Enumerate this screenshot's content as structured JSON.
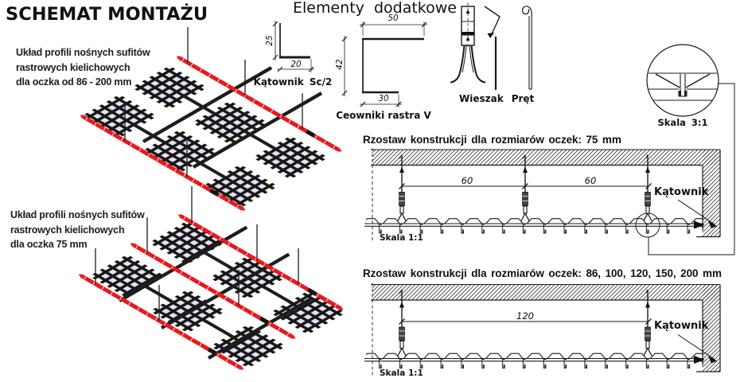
{
  "title": "SCHEMAT MONTAŻU",
  "captions": {
    "top": "Układ profili nośnych sufitów\nrastrowych kielichowych\ndla oczka od 86 - 200 mm",
    "bottom": "Układ profili nośnych sufitów\nrastrowych kielichowych\ndla oczka 75 mm"
  },
  "elements": {
    "title": "Elementy dodatkowe",
    "angle": {
      "label": "Kątownik Sc/2",
      "dim_h": "25",
      "dim_w": "20"
    },
    "channel": {
      "label": "Ceowniki rastra V",
      "dim_top": "50",
      "dim_side": "42",
      "dim_bottom": "30"
    },
    "hanger_label": "Wieszak",
    "rod_label": "Pręt"
  },
  "detail": {
    "scale": "Skala 3:1"
  },
  "sections": [
    {
      "title": "Rzostaw konstrukcji dla rozmiarów oczek: 75 mm",
      "dim1": "60",
      "dim2": "60",
      "angle": "Kątownik",
      "scale": "Skala 1:1"
    },
    {
      "title": "Rzostaw konstrukcji dla rozmiarów oczek: 86, 100, 120, 150, 200 mm",
      "dim1": "120",
      "angle": "Kątownik",
      "scale": "Skala 1:1"
    }
  ],
  "colors": {
    "rail_red": "#e8191d",
    "panel_lavender": "#e5e0f0",
    "ink": "#1a1a1a"
  }
}
